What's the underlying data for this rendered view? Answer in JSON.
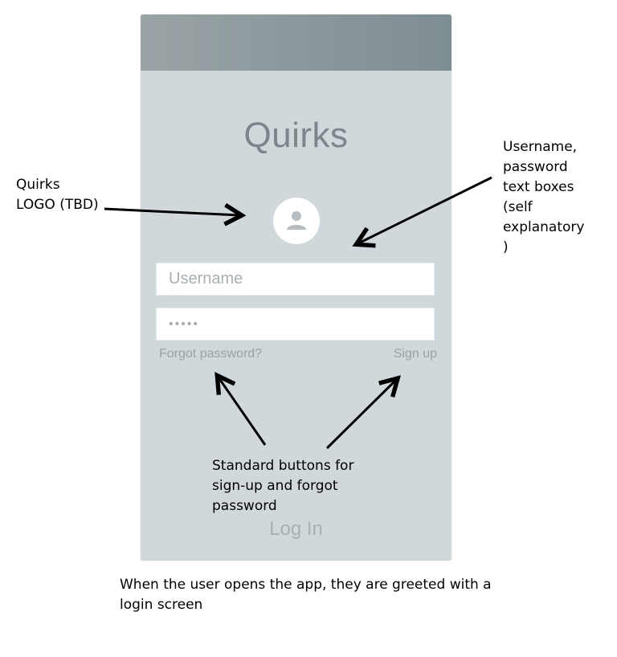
{
  "app": {
    "title": "Quirks",
    "logo_icon": "user-avatar-icon"
  },
  "login_form": {
    "username_placeholder": "Username",
    "password_value": "•••••",
    "forgot_password_label": "Forgot password?",
    "sign_up_label": "Sign up",
    "log_in_label": "Log In"
  },
  "annotations": {
    "logo_note": "Quirks\nLOGO (TBD)",
    "fields_note": "Username,\npassword\ntext boxes\n(self\nexplanatory\n)",
    "buttons_note": "Standard buttons for\nsign-up and forgot\npassword"
  },
  "caption": "When the user opens the app, they are greeted with a\nlogin screen",
  "colors": {
    "screen_background": "#d1d8dc",
    "appbar_gradient_start": "#9aa3a6",
    "appbar_gradient_end": "#7e8d92",
    "title_text": "#7b868a",
    "link_text": "#9aa2a5"
  }
}
